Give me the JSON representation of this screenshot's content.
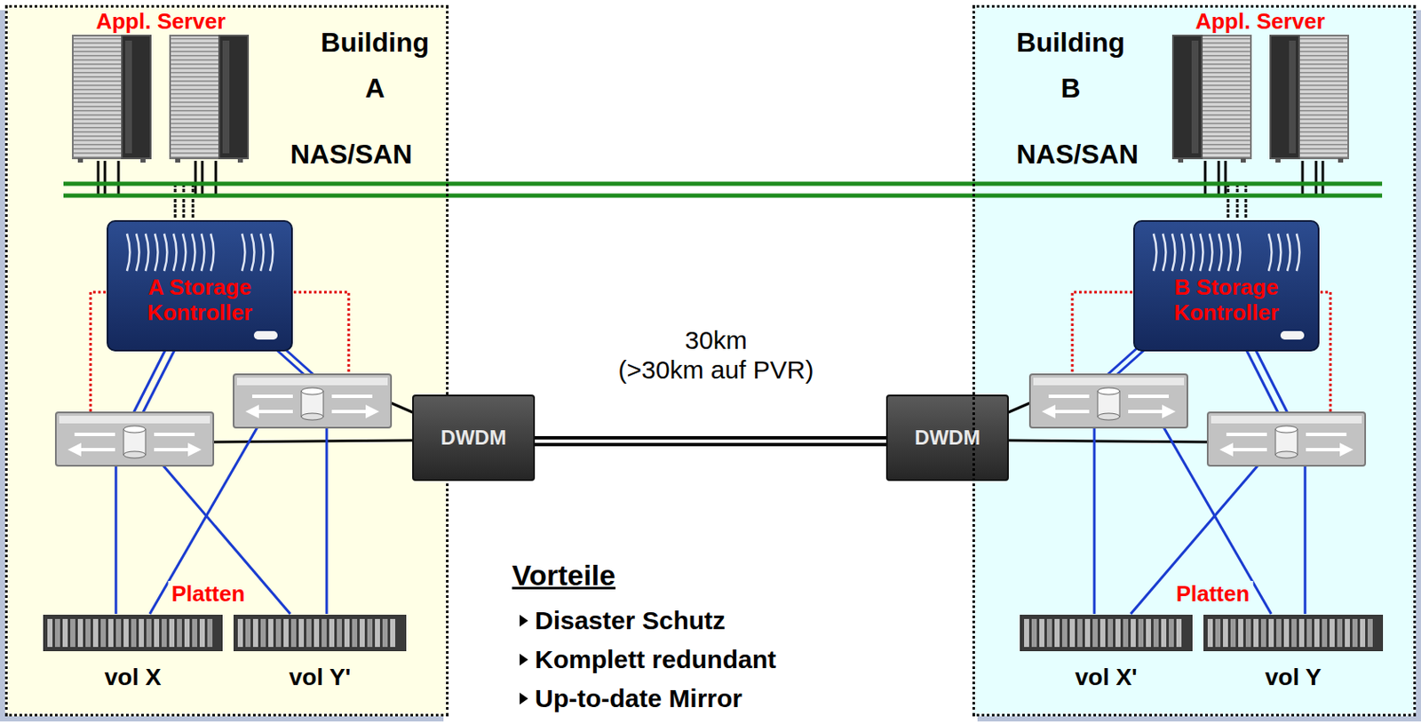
{
  "diagram": {
    "nodes": [
      {
        "text": [
          "Building A",
          "NAS/SAN"
        ]
      },
      {
        "text": [
          "A Storage Kontroller"
        ],
        "in": 0
      },
      {
        "text": [
          "vol X"
        ],
        "in": 0
      },
      {
        "text": [
          "vol Y'"
        ],
        "in": 0
      },
      {
        "text": [
          "DWDM"
        ]
      },
      {
        "text": [
          "DWDM"
        ]
      },
      {
        "text": [
          "Building B",
          "NAS/SAN"
        ]
      },
      {
        "text": [
          "B Storage Kontroller"
        ],
        "in": 6
      },
      {
        "text": [
          "vol X'"
        ],
        "in": 6
      },
      {
        "text": [
          "vol Y"
        ],
        "in": 6
      }
    ],
    "edges": [
      {
        "from": 4,
        "to": 5,
        "arrow": "none"
      }
    ],
    "labels": [
      "Appl. Server",
      "Appl. Server",
      "30km",
      "(>30km auf PVR)",
      "Platten",
      "Platten",
      "Vorteile",
      "Disaster Schutz",
      "Komplett redundant",
      "Up-to-date Mirror"
    ]
  }
}
